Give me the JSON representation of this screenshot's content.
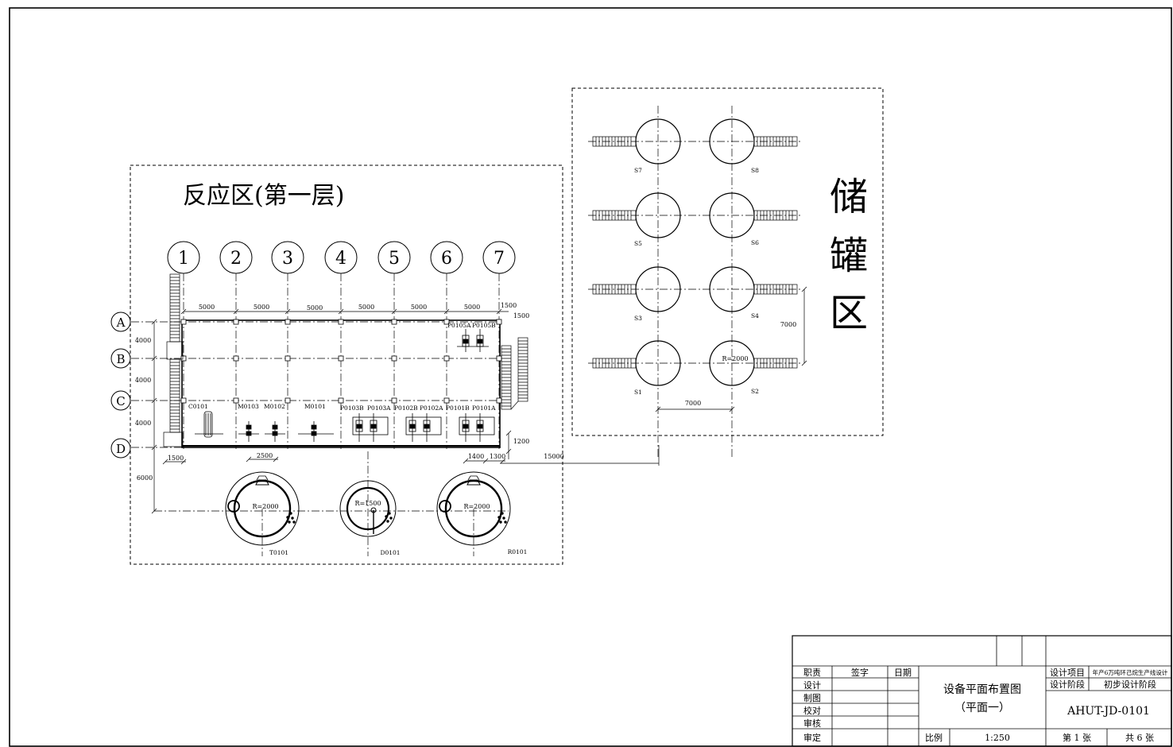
{
  "reaction_zone": {
    "title": "反应区(第一层)",
    "axes": [
      "1",
      "2",
      "3",
      "4",
      "5",
      "6",
      "7"
    ],
    "rows": [
      "A",
      "B",
      "C",
      "D"
    ],
    "dims_top": [
      "5000",
      "5000",
      "5000",
      "5000",
      "5000",
      "5000",
      "1500"
    ],
    "dim_right_top": "1500",
    "dims_left": [
      "4000",
      "4000",
      "4000"
    ],
    "dim_left_bottom": "6000",
    "dim_bottom_left": "1500",
    "dim_bottom_mid": "2500",
    "dim_bottom_r1": "1400",
    "dim_bottom_r2": "1300",
    "dim_right_1200": "1200",
    "dim_link": "15000",
    "equipment": {
      "c0101": "C0101",
      "m0103": "M0103",
      "m0102": "M0102",
      "m0101": "M0101",
      "p0103b": "P0103B",
      "p0103a": "P0103A",
      "p0102b": "P0102B",
      "p0102a": "P0102A",
      "p0101b": "P0101B",
      "p0101a": "P0101A",
      "p0105a": "P0105A",
      "p0105b": "P0105B"
    },
    "tanks": {
      "t_label": "T0101",
      "t_radius": "R=2000",
      "d_label": "D0101",
      "d_radius": "R=1500",
      "r_label": "R0101",
      "r_radius": "R=2000"
    }
  },
  "storage_zone": {
    "title_chars": [
      "储",
      "罐",
      "区"
    ],
    "tanks": {
      "s1": "S1",
      "s2": "S2",
      "s3": "S3",
      "s4": "S4",
      "s5": "S5",
      "s6": "S6",
      "s7": "S7",
      "s8": "S8"
    },
    "radius": "R=2000",
    "dim_h": "7000",
    "dim_v": "7000"
  },
  "title_block": {
    "roles": [
      "职责",
      "设计",
      "制图",
      "校对",
      "审核",
      "审定"
    ],
    "sign": "签字",
    "date": "日期",
    "drawing_title_1": "设备平面布置图",
    "drawing_title_2": "（平面一）",
    "scale_label": "比例",
    "scale": "1:250",
    "project_label": "设计项目",
    "project": "年产6万吨环己烷生产线设计",
    "stage_label": "设计阶段",
    "stage": "初步设计阶段",
    "drawing_no": "AHUT-JD-0101",
    "sheet": "第 1 张",
    "total": "共 6 张"
  }
}
